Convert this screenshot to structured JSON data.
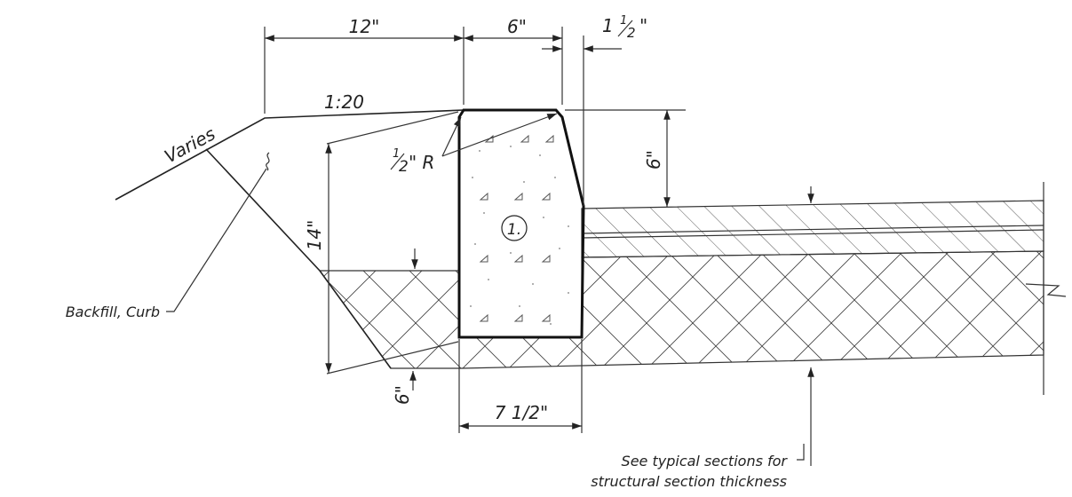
{
  "dimensions": {
    "top_width_left": "12\"",
    "top_width_curb": "6\"",
    "batter_whole": "1",
    "batter_frac_num": "1",
    "batter_frac_den": "2",
    "batter_unit": "\"",
    "face_height": "6\"",
    "curb_height": "14\"",
    "base_depth": "6\"",
    "base_width": "7 1/2\""
  },
  "labels": {
    "slope": "1:20",
    "varies": "Varies",
    "radius_num": "1",
    "radius_den": "2",
    "radius_suffix": "\" R",
    "callout": "1.",
    "backfill": "Backfill, Curb",
    "note_line1": "See typical sections for",
    "note_line2": "structural section thickness"
  }
}
